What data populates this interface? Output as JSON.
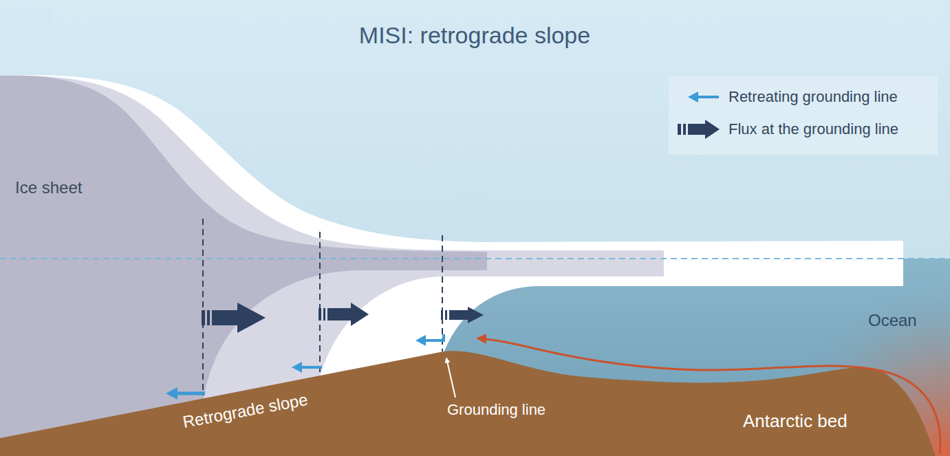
{
  "diagram": {
    "title": "MISI: retrograde slope",
    "labels": [
      "Ice sheet",
      "Ocean",
      "Retrograde slope",
      "Grounding line",
      "Antarctic bed"
    ],
    "legend": [
      {
        "text": "Retreating grounding line"
      },
      {
        "text": "Flux at the grounding line"
      }
    ]
  }
}
